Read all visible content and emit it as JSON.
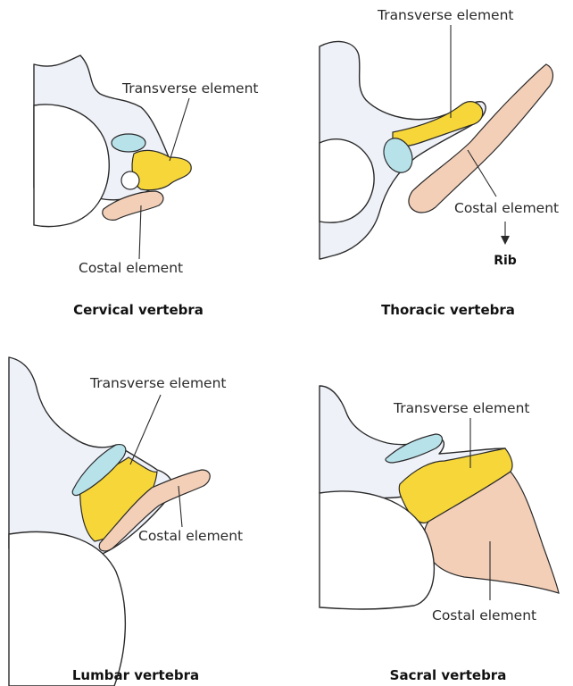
{
  "colors": {
    "bone": "#eef1f8",
    "transverse": "#f6d638",
    "costal": "#f3cfb8",
    "facet": "#b8e2ea",
    "outline": "#2a2a2a"
  },
  "panels": {
    "cervical": {
      "caption": "Cervical vertebra",
      "transverse_label": "Transverse element",
      "costal_label": "Costal element"
    },
    "thoracic": {
      "caption": "Thoracic vertebra",
      "transverse_label": "Transverse element",
      "costal_label": "Costal element",
      "rib_label": "Rib"
    },
    "lumbar": {
      "caption": "Lumbar vertebra",
      "transverse_label": "Transverse element",
      "costal_label": "Costal element"
    },
    "sacral": {
      "caption": "Sacral vertebra",
      "transverse_label": "Transverse element",
      "costal_label": "Costal element"
    }
  }
}
